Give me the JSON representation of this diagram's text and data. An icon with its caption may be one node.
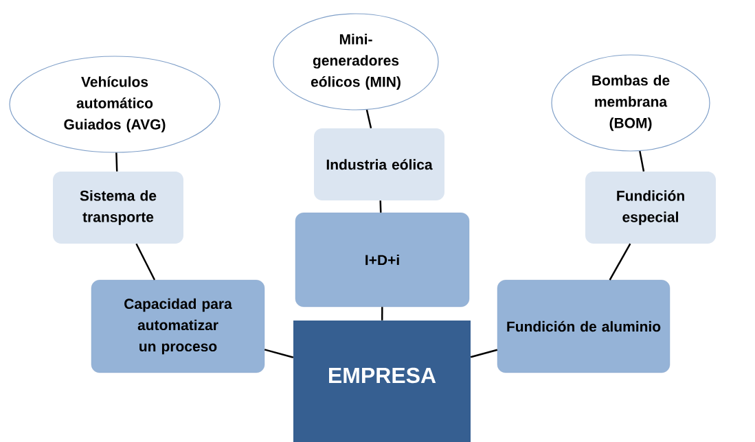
{
  "diagram": {
    "nodes": [
      {
        "text": [
          "Vehículos automático Guiados (AVG)"
        ]
      },
      {
        "text": [
          "Mini-generadores eólicos (MIN)"
        ]
      },
      {
        "text": [
          "Bombas de membrana (BOM)"
        ]
      },
      {
        "text": [
          "Sistema de transporte"
        ]
      },
      {
        "text": [
          "Industria eólica"
        ]
      },
      {
        "text": [
          "Fundición especial"
        ]
      },
      {
        "text": [
          "I+D+i"
        ]
      },
      {
        "text": [
          "Capacidad para automatizar un proceso"
        ]
      },
      {
        "text": [
          "Fundición de aluminio"
        ]
      },
      {
        "text": [
          "EMPRESA"
        ]
      }
    ],
    "edges": [
      {
        "from": 9,
        "to": 7,
        "arrow": "none"
      },
      {
        "from": 9,
        "to": 6,
        "arrow": "none"
      },
      {
        "from": 9,
        "to": 8,
        "arrow": "none"
      },
      {
        "from": 7,
        "to": 3,
        "arrow": "none"
      },
      {
        "from": 6,
        "to": 4,
        "arrow": "none"
      },
      {
        "from": 8,
        "to": 5,
        "arrow": "none"
      },
      {
        "from": 3,
        "to": 0,
        "arrow": "none"
      },
      {
        "from": 4,
        "to": 1,
        "arrow": "none"
      },
      {
        "from": 5,
        "to": 2,
        "arrow": "none"
      }
    ]
  }
}
